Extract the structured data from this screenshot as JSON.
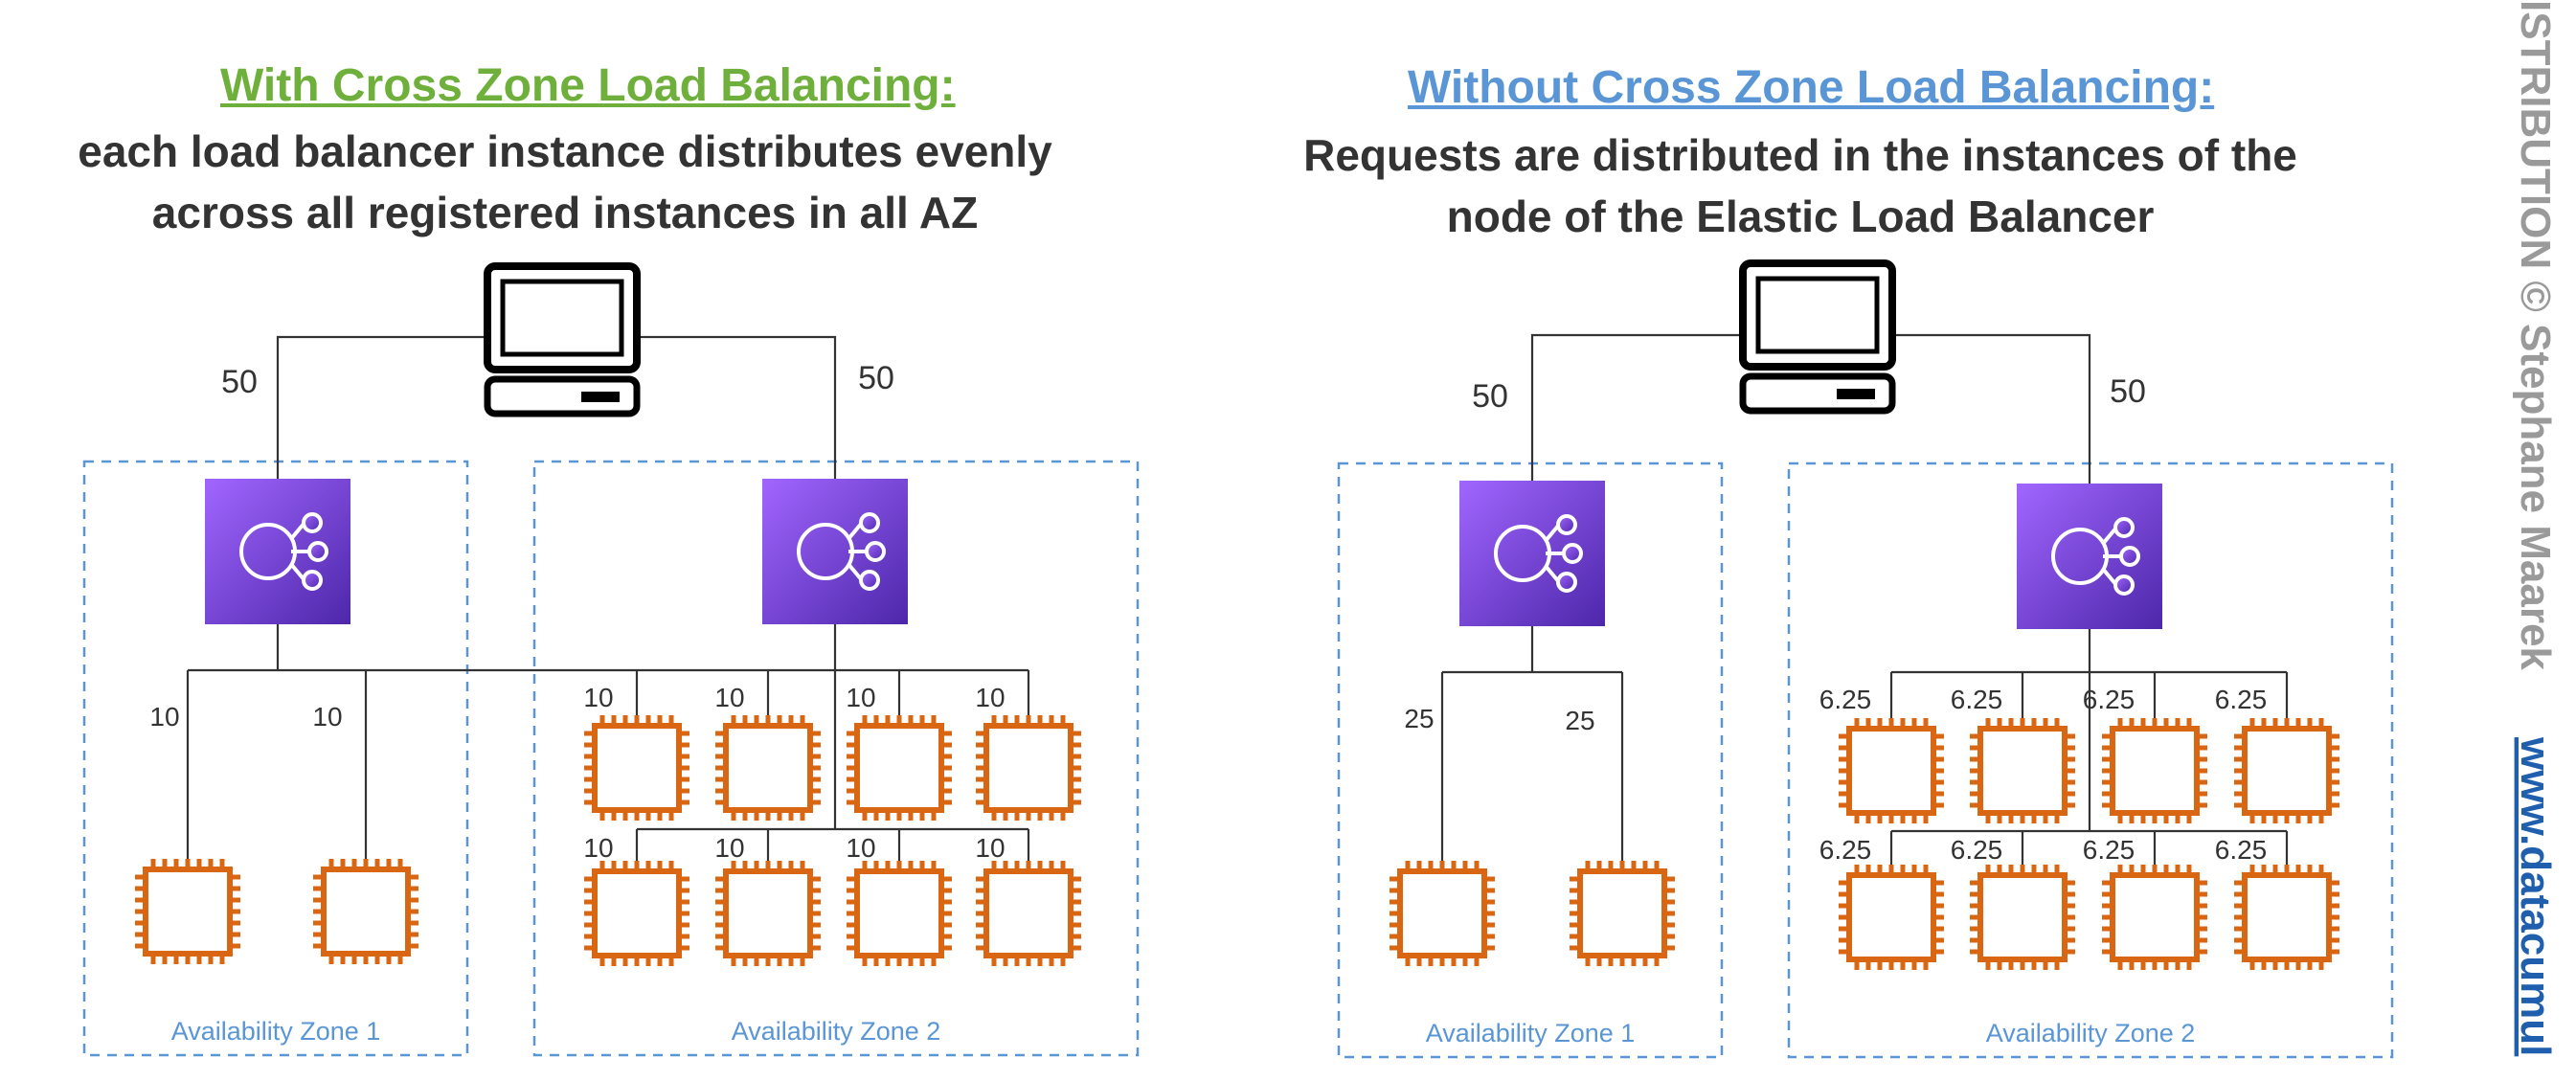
{
  "left": {
    "heading": "With Cross Zone Load Balancing:",
    "line1": "each load balancer instance distributes evenly",
    "line2": "across all registered instances in all AZ",
    "top_labels": [
      "50",
      "50"
    ],
    "az1_labels": [
      "10",
      "10"
    ],
    "az2_row1_labels": [
      "10",
      "10",
      "10",
      "10"
    ],
    "az2_row2_labels": [
      "10",
      "10",
      "10",
      "10"
    ],
    "zone1": "Availability Zone 1",
    "zone2": "Availability Zone 2"
  },
  "right": {
    "heading": "Without Cross Zone Load Balancing:",
    "line1": "Requests are distributed in the instances of the",
    "line2": "node of the Elastic Load Balancer",
    "top_labels": [
      "50",
      "50"
    ],
    "az1_labels": [
      "25",
      "25"
    ],
    "az2_row1_labels": [
      "6.25",
      "6.25",
      "6.25",
      "6.25"
    ],
    "az2_row2_labels": [
      "6.25",
      "6.25",
      "6.25",
      "6.25"
    ],
    "zone1": "Availability Zone 1",
    "zone2": "Availability Zone 2"
  },
  "side": {
    "copyright": "ISTRIBUTION © Stephane Maarek",
    "url": "www.datacumul"
  },
  "colors": {
    "green": "#6fb03c",
    "blue": "#5a96d6",
    "elb_top": "#9b5cf0",
    "elb_bottom": "#5a2fc4",
    "ec2": "#d86613",
    "line": "#333333",
    "zone_border": "#5a96d6",
    "side_gray": "#9a9a9a",
    "side_blue": "#1f5fae"
  },
  "icons": {
    "client": "computer-icon",
    "load_balancer": "elastic-load-balancer-icon",
    "instance": "ec2-instance-icon"
  }
}
